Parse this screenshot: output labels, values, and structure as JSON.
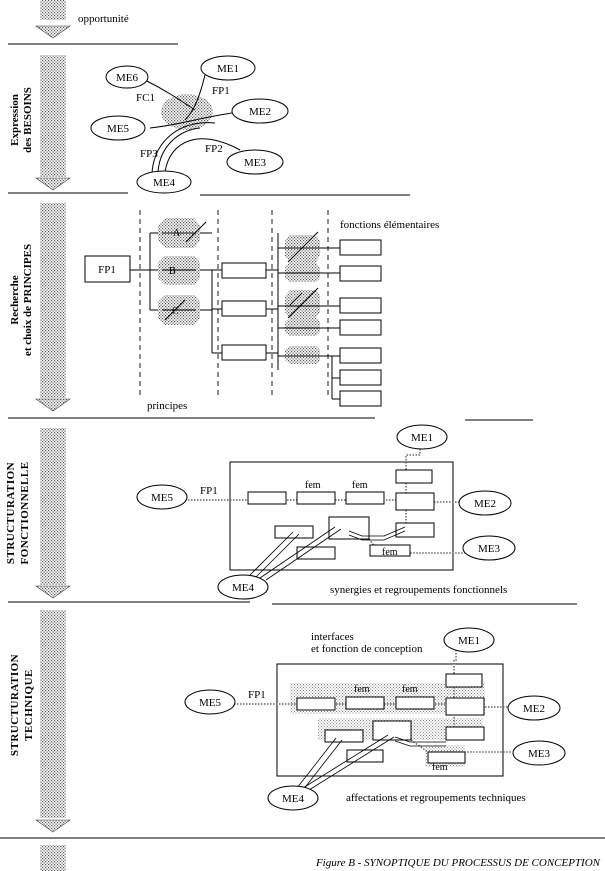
{
  "top_label": "opportunité",
  "stages": [
    "Expression des BESOINS",
    "Recherche et choix de PRINCIPES",
    "STRUCTURATION FONCTIONNELLE",
    "STRUCTURATION TECHNIQUE"
  ],
  "stage_label_lines": [
    [
      "Expression",
      "des BESOINS"
    ],
    [
      "Recherche",
      "et choix de PRINCIPES"
    ],
    [
      "STRUCTURATION",
      "FONCTIONNELLE"
    ],
    [
      "STRUCTURATION",
      "TECHNIQUE"
    ]
  ],
  "besoins": {
    "elements": [
      "ME1",
      "ME2",
      "ME3",
      "ME4",
      "ME5",
      "ME6"
    ],
    "functions": [
      "FC1",
      "FP1",
      "FP2",
      "FP3"
    ]
  },
  "principes": {
    "input": "FP1",
    "choices": [
      "A",
      "B",
      "C"
    ],
    "top_caption": "fonctions élémentaires",
    "bottom_caption": "principes"
  },
  "fonctionnelle": {
    "elements": [
      "ME1",
      "ME2",
      "ME3",
      "ME4",
      "ME5"
    ],
    "function_label": "FP1",
    "fem_labels": [
      "fem",
      "fem",
      "fem"
    ],
    "caption": "synergies et regroupements fonctionnels"
  },
  "technique": {
    "elements": [
      "ME1",
      "ME2",
      "ME3",
      "ME4",
      "ME5"
    ],
    "function_label": "FP1",
    "fem_labels": [
      "fem",
      "fem",
      "fem"
    ],
    "caption_top_lines": [
      "interfaces",
      "et fonction de conception"
    ],
    "caption": "affectations et regroupements techniques"
  },
  "figure_caption": "Figure B - SYNOPTIQUE DU PROCESSUS DE CONCEPTION"
}
